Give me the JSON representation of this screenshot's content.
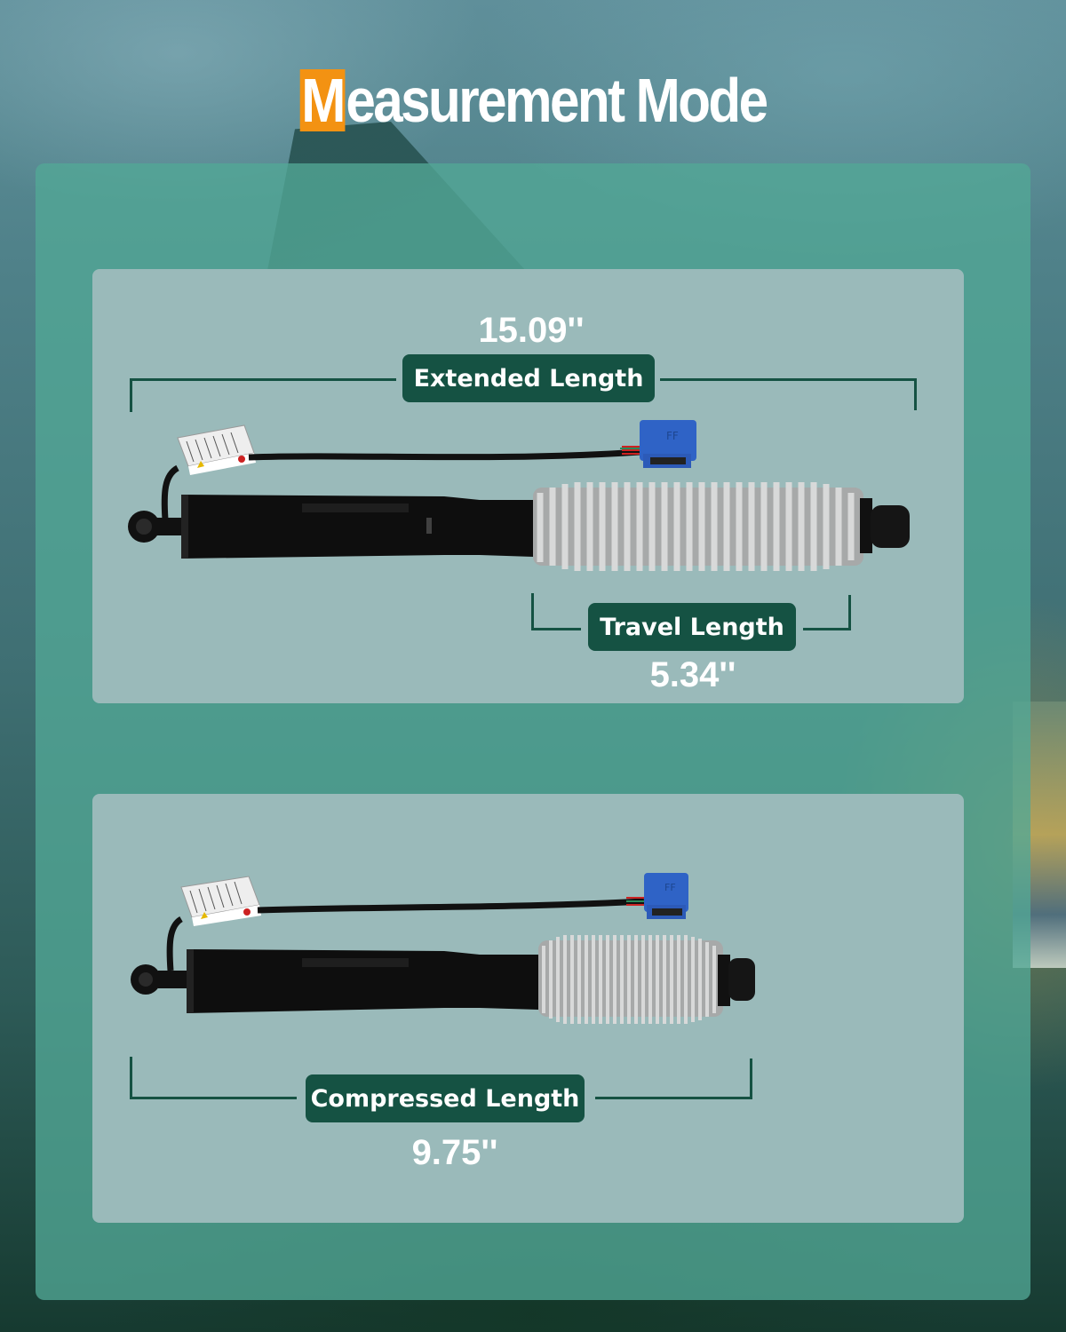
{
  "title": {
    "first_letter": "M",
    "rest": "easurement Mode",
    "accent_color": "#f39212"
  },
  "extended": {
    "value": "15.09''",
    "label": "Extended Length"
  },
  "travel": {
    "label": "Travel Length",
    "value": "5.34''"
  },
  "compressed": {
    "label": "Compressed Length",
    "value": "9.75''"
  },
  "colors": {
    "label_bg": "#155243",
    "card_bg": "#9ababa",
    "panel_bg": "#52a896",
    "connector": "#2f63c6"
  },
  "products": [
    {
      "name": "electric tailgate strut extended",
      "state": "extended"
    },
    {
      "name": "electric tailgate strut compressed",
      "state": "compressed"
    }
  ]
}
